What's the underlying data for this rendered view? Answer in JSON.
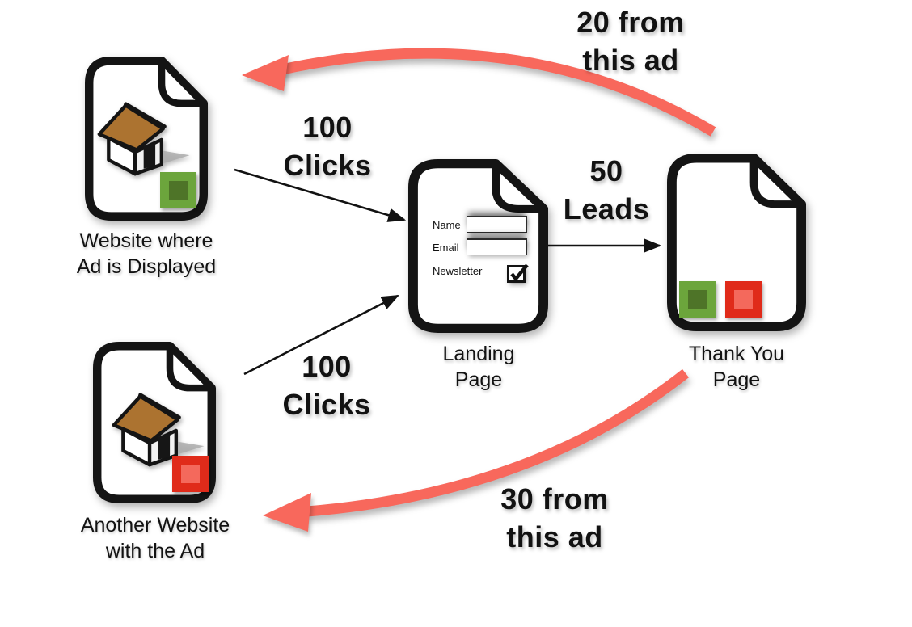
{
  "title": "Ad click attribution funnel diagram",
  "colors": {
    "ink": "#141414",
    "arrow_red": "#F8685C",
    "green_outer": "#6CA53C",
    "green_inner": "#4E7428",
    "red_outer": "#E02B1A",
    "red_inner": "#F4695C",
    "roof_brown": "#AC7330",
    "shadow_gray": "#ABABAB"
  },
  "nodes": {
    "website_top": {
      "label": "Website where\nAd is Displayed",
      "ad_square_color": "green"
    },
    "website_bottom": {
      "label": "Another Website\nwith the Ad",
      "ad_square_color": "red"
    },
    "landing_page": {
      "label": "Landing\nPage",
      "form": {
        "name_label": "Name",
        "name_value": "",
        "email_label": "Email",
        "email_value": "",
        "newsletter_label": "Newsletter",
        "newsletter_checked": true
      }
    },
    "thank_you": {
      "label": "Thank You\nPage",
      "ad_square_colors": [
        "green",
        "red"
      ]
    }
  },
  "edges": {
    "clicks_top": {
      "label": "100\nClicks"
    },
    "clicks_bottom": {
      "label": "100\nClicks"
    },
    "leads": {
      "label": "50\nLeads"
    },
    "attribution_top": {
      "label": "20 from\nthis ad"
    },
    "attribution_bottom": {
      "label": "30 from\nthis ad"
    }
  }
}
